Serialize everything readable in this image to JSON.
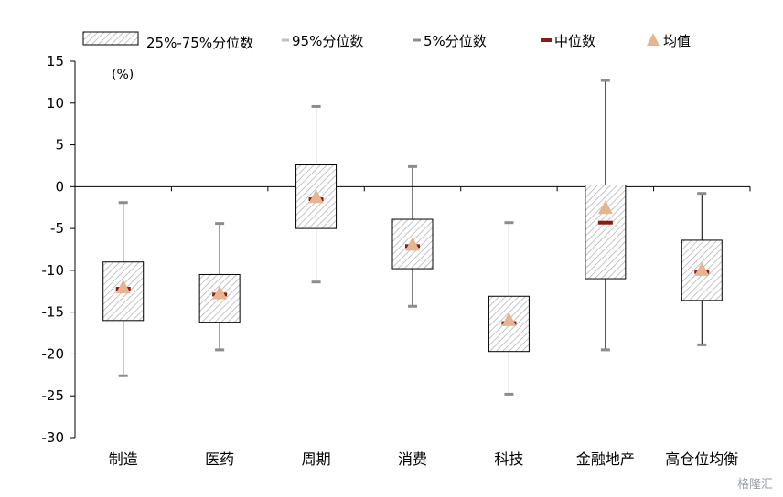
{
  "chart_data": {
    "type": "box",
    "unit_label": "(%)",
    "ylim": [
      -30,
      15
    ],
    "yticks": [
      15,
      10,
      5,
      0,
      -5,
      -10,
      -15,
      -20,
      -25,
      -30
    ],
    "categories": [
      "制造",
      "医药",
      "周期",
      "消费",
      "科技",
      "金融地产",
      "高仓位均衡"
    ],
    "p95": [
      -1.9,
      -4.4,
      9.6,
      2.4,
      -4.3,
      12.7,
      -0.8
    ],
    "q75": [
      -9.0,
      -10.5,
      2.6,
      -3.9,
      -13.1,
      0.2,
      -6.4
    ],
    "median": [
      -12.2,
      -12.9,
      -1.5,
      -7.1,
      -16.3,
      -4.3,
      -10.2
    ],
    "mean": [
      -12.1,
      -12.8,
      -1.3,
      -7.0,
      -16.0,
      -2.6,
      -10.0
    ],
    "q25": [
      -16.0,
      -16.2,
      -5.0,
      -9.8,
      -19.7,
      -11.0,
      -13.6
    ],
    "p5": [
      -22.6,
      -19.5,
      -11.4,
      -14.3,
      -24.8,
      -19.5,
      -18.9
    ],
    "legend": [
      "25%-75%分位数",
      "95%分位数",
      "5%分位数",
      "中位数",
      "均值"
    ],
    "colors": {
      "box_stroke": "#000000",
      "hatch": "#b5b5b5",
      "whisker_cap": "#8c8c8c",
      "median": "#8b1a10",
      "mean": "#e8b490"
    }
  },
  "watermark": "格隆汇"
}
